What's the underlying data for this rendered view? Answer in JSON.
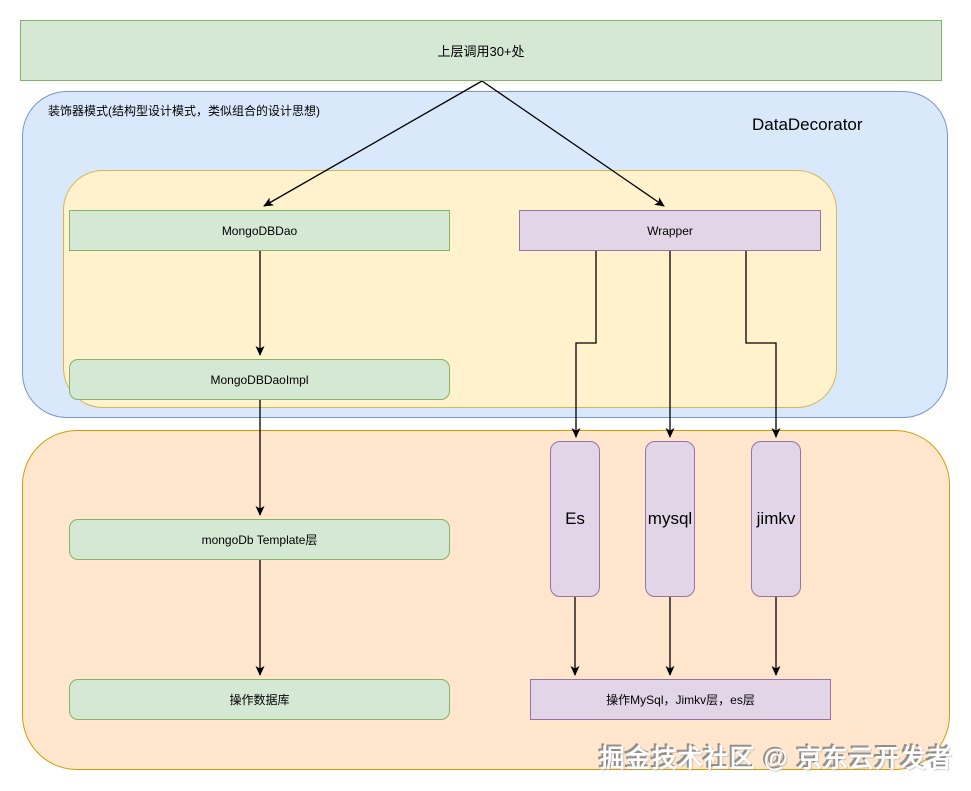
{
  "top_box": {
    "label": "上层调用30+处"
  },
  "decorator": {
    "title": "装饰器模式(结构型设计模式，类似组合的设计思想)",
    "badge": "DataDecorator",
    "boxes": {
      "mongodbdao": "MongoDBDao",
      "wrapper": "Wrapper",
      "mongodbdaoimpl": "MongoDBDaoImpl"
    }
  },
  "data_layer": {
    "template": "mongoDb Template层",
    "db": "操作数据库",
    "es": "Es",
    "mysql": "mysql",
    "jimkv": "jimkv",
    "ops": "操作MySql，Jimkv层，es层"
  },
  "watermark": {
    "text": "掘金技术社区 @ 京东云开发者"
  },
  "colors": {
    "green_fill": "#d5e8d4",
    "green_border": "#82b366",
    "blue_fill": "#dae8fc",
    "blue_border": "#7b97c4",
    "yellow_fill": "#fff2cc",
    "yellow_border": "#d6b656",
    "orange_fill": "#ffe6cc",
    "orange_border": "#d79b00",
    "purple_fill": "#e1d5e7",
    "purple_border": "#9673a6",
    "arrow": "#000000"
  }
}
